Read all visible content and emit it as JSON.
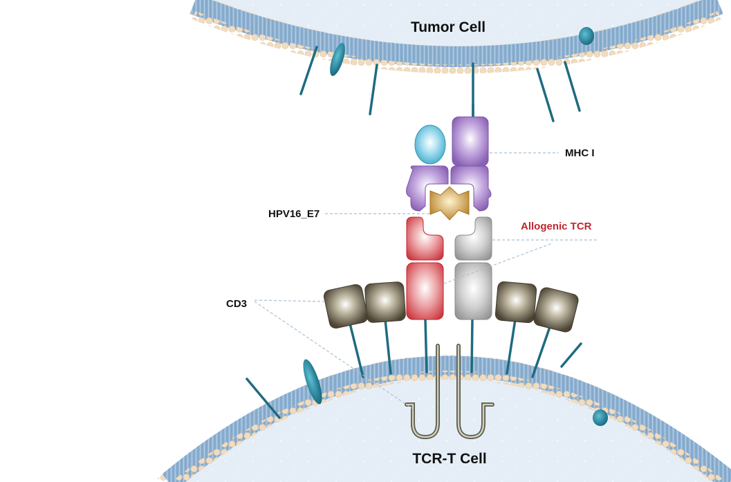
{
  "labels": {
    "tumor_cell": "Tumor Cell",
    "tcr_t_cell": "TCR-T Cell",
    "mhc": "MHC I",
    "antigen": "HPV16_E7",
    "tcr": "Allogenic TCR",
    "cd3": "CD3"
  },
  "colors": {
    "cytoplasm": "#e5eef6",
    "membrane_blue": "#8fb2d2",
    "lipid_head": "#f1dcc0",
    "anchor_teal": "#1f6b80",
    "mhc_purple": "#9a72c0",
    "b2m_cyan": "#6ec6dc",
    "antigen_gold": "#c79a3c",
    "tcr_red": "#d2484f",
    "tcr_grey": "#a4a4a4",
    "cd3_dark": "#6d6450",
    "tcr_label": "#c0262d"
  },
  "icons": [
    "tumor-cell-membrane",
    "tcr-t-cell-membrane",
    "mhc-class-i-icon",
    "beta2-microglobulin-icon",
    "antigen-peptide-icon",
    "tcr-alpha-chain-icon",
    "tcr-beta-chain-icon",
    "cd3-subunit-icon",
    "zeta-chain-icon"
  ]
}
